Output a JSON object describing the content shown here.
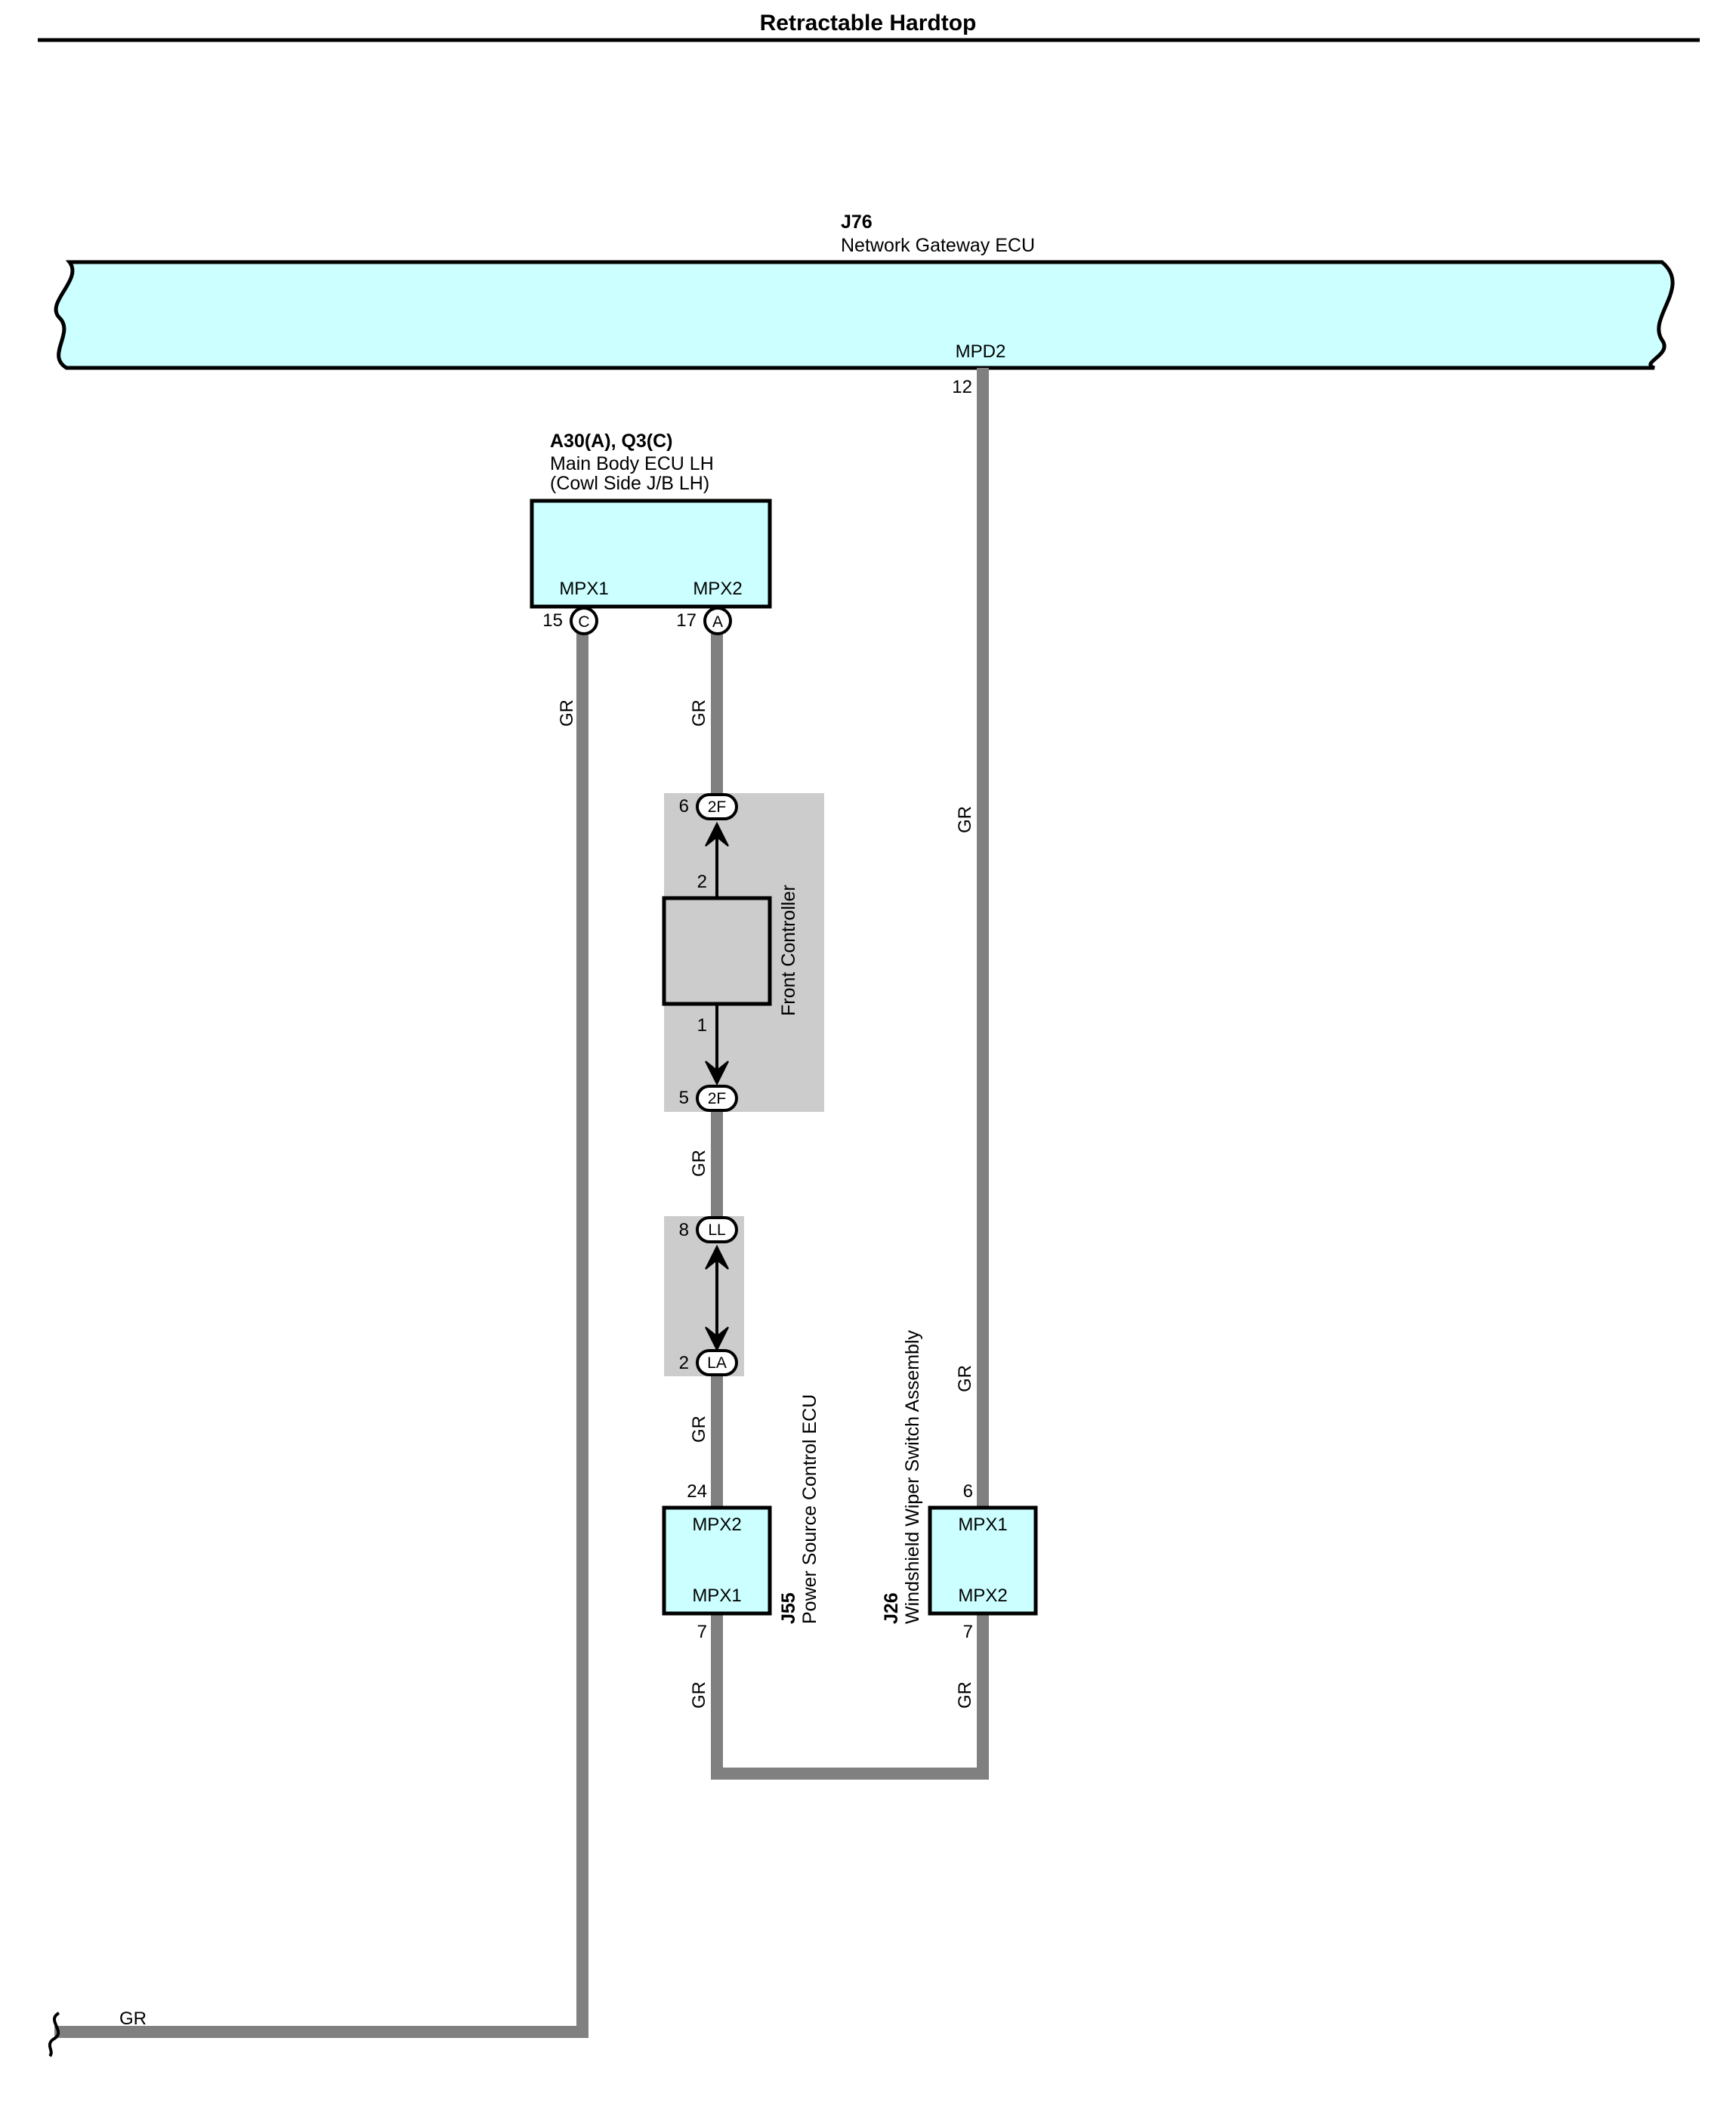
{
  "header": {
    "title": "Retractable Hardtop"
  },
  "colors": {
    "ecu_fill": "#ccffff",
    "wire": "#808080",
    "enclosure": "#cccccc"
  },
  "gateway": {
    "id": "J76",
    "name": "Network Gateway ECU",
    "terminal": "MPD2",
    "pin": "12"
  },
  "main_body": {
    "id": "A30(A), Q3(C)",
    "name_line1": "Main Body ECU LH",
    "name_line2": "(Cowl Side J/B LH)",
    "term_left": "MPX1",
    "term_right": "MPX2",
    "pin_left": "15",
    "conn_left": "C",
    "pin_right": "17",
    "conn_right": "A"
  },
  "front_controller": {
    "name": "Front Controller",
    "pin_top": "2",
    "pin_bottom": "1",
    "conn_top_pin": "6",
    "conn_top_code": "2F",
    "conn_bottom_pin": "5",
    "conn_bottom_code": "2F"
  },
  "junction": {
    "top_pin": "8",
    "top_code": "LL",
    "bottom_pin": "2",
    "bottom_code": "LA"
  },
  "power_source": {
    "id": "J55",
    "name": "Power Source Control ECU",
    "term_top": "MPX2",
    "term_bottom": "MPX1",
    "pin_top": "24",
    "pin_bottom": "7"
  },
  "wiper_switch": {
    "id": "J26",
    "name": "Windshield Wiper Switch Assembly",
    "term_top": "MPX1",
    "term_bottom": "MPX2",
    "pin_top": "6",
    "pin_bottom": "7"
  },
  "wire_labels": {
    "left_vertical": "GR",
    "main_a_top": "GR",
    "main_a_mid": "GR",
    "main_a_low": "GR",
    "main_a_bottom": "GR",
    "gateway_upper": "GR",
    "gateway_lower": "GR",
    "wiper_bottom": "GR",
    "bottom_horizontal": "GR"
  }
}
